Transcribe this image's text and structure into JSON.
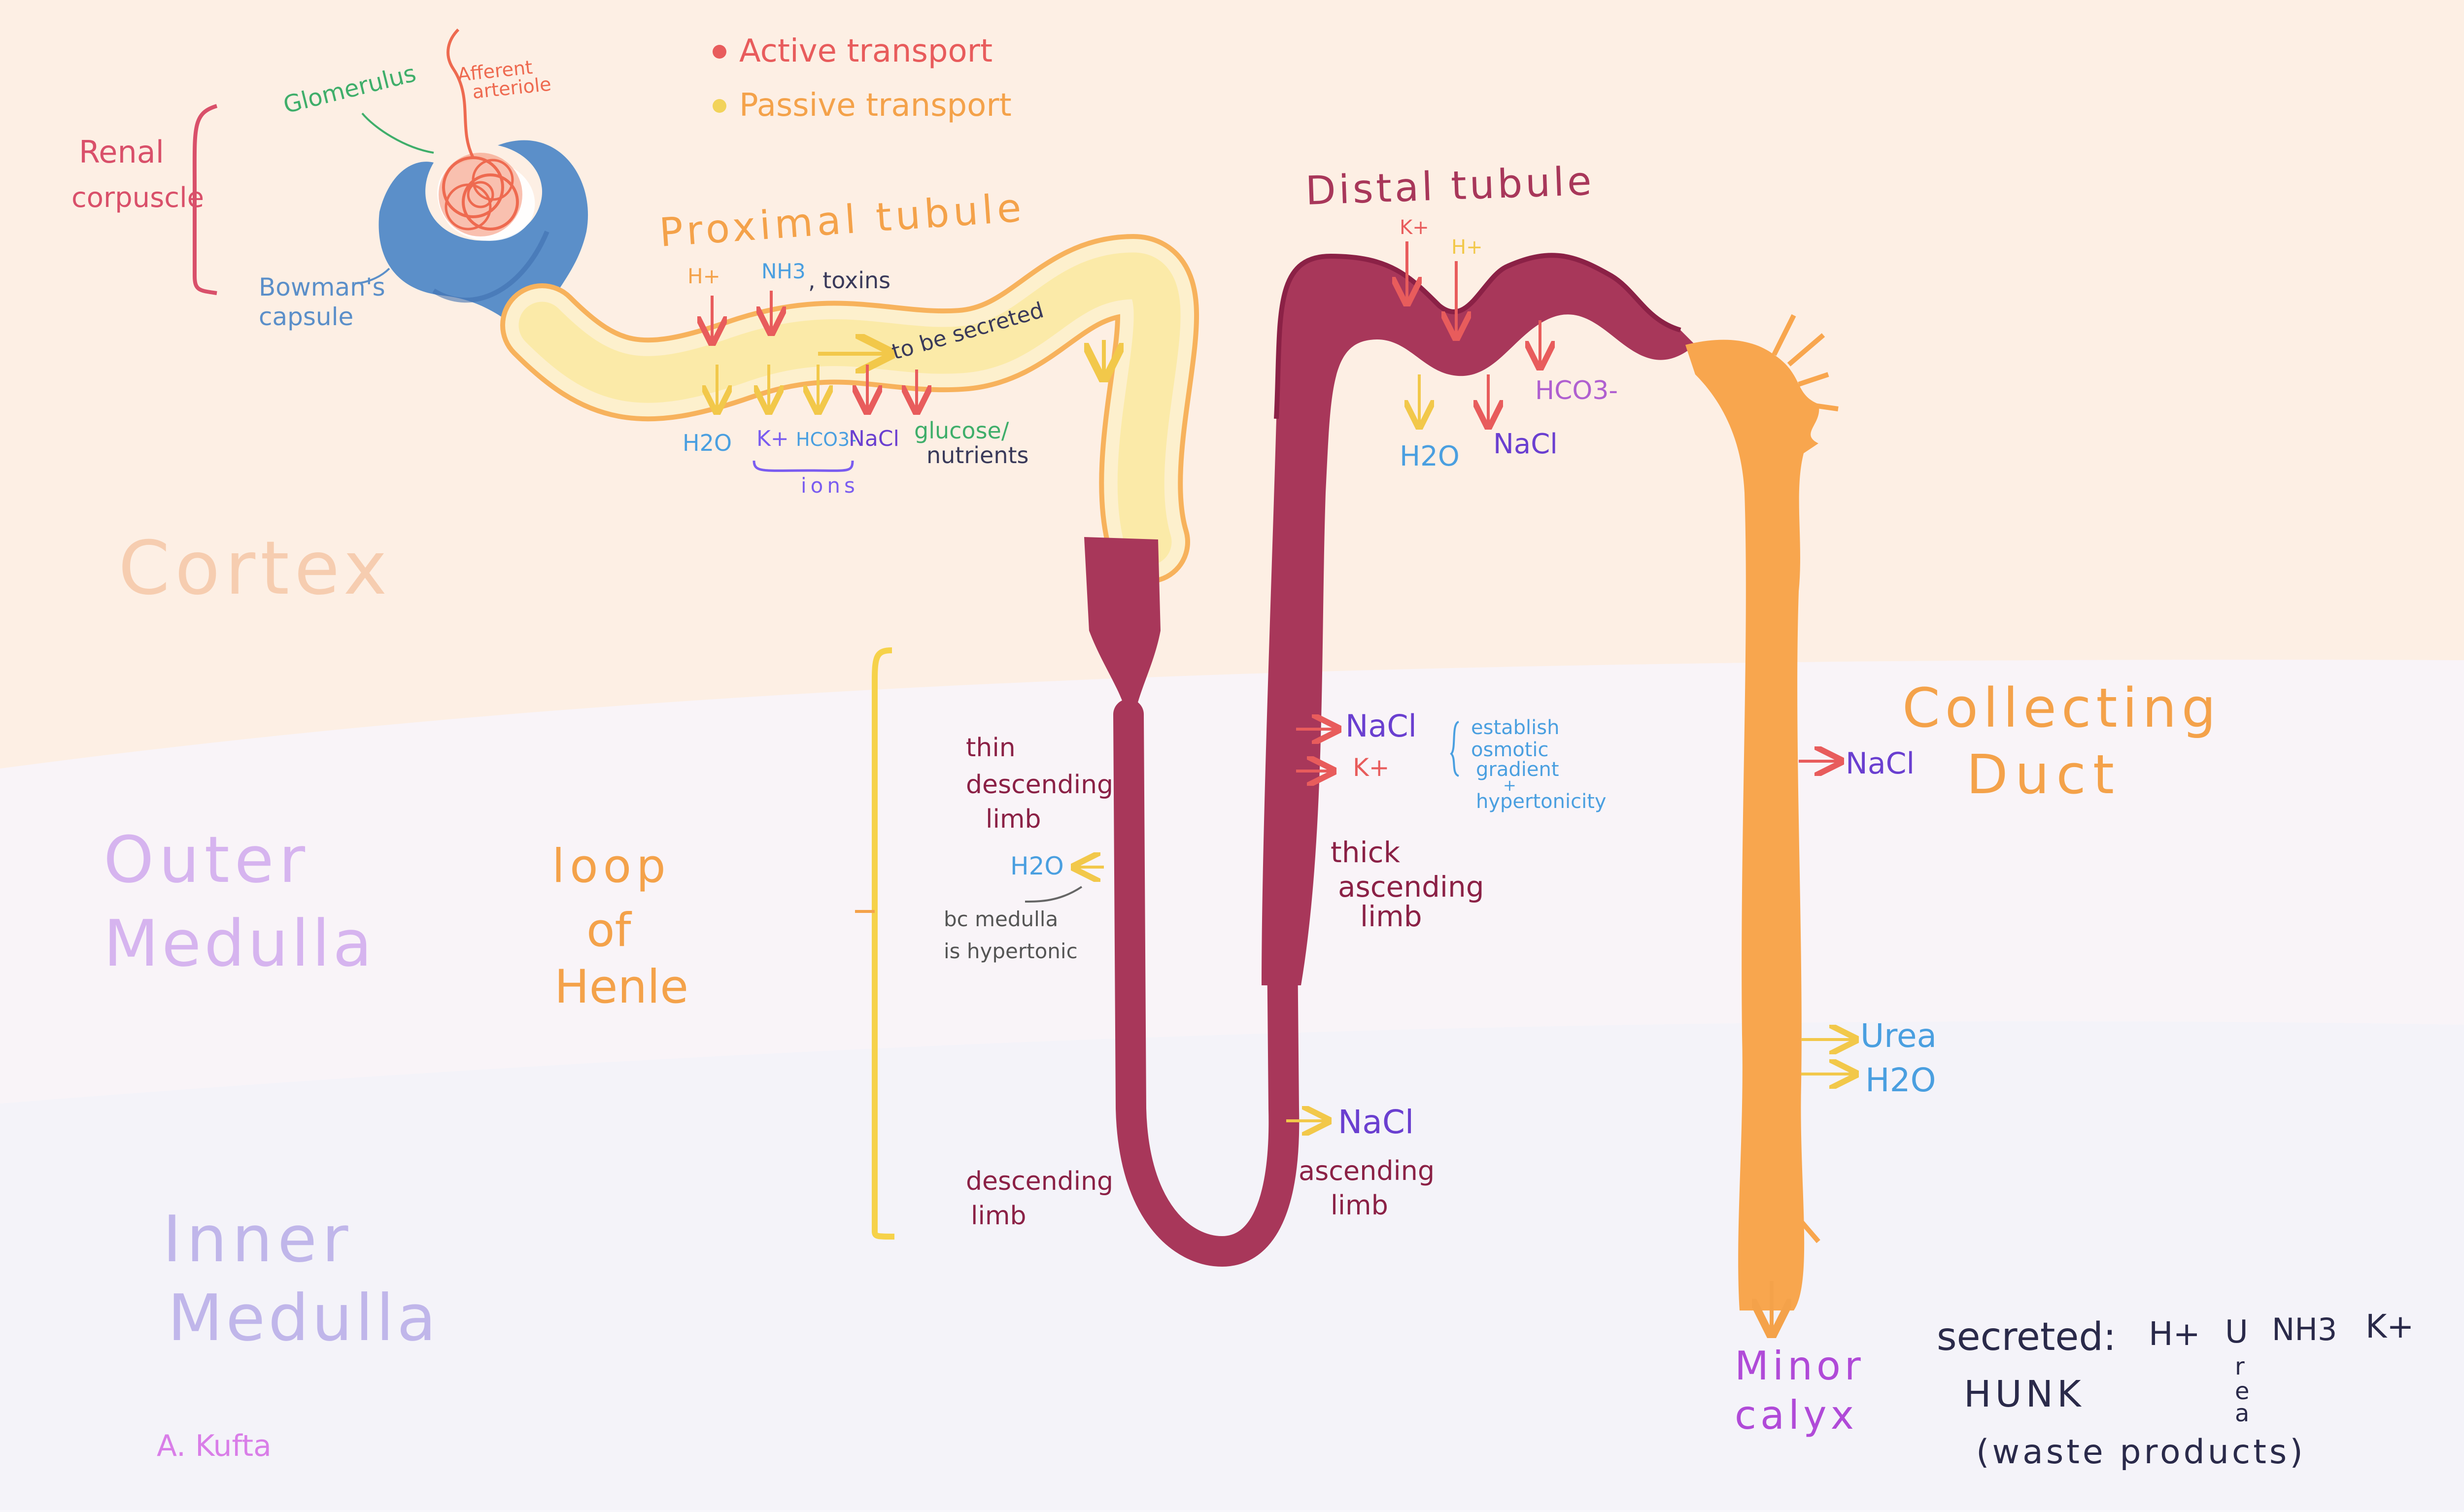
{
  "legend": {
    "active": "Active transport",
    "passive": "Passive transport",
    "active_color": "#e85c5c",
    "passive_color": "#f2d35a"
  },
  "regions": {
    "cortex": "Cortex",
    "outer_medulla_1": "Outer",
    "outer_medulla_2": "Medulla",
    "inner_medulla_1": "Inner",
    "inner_medulla_2": "Medulla"
  },
  "corpuscle": {
    "renal_1": "Renal",
    "renal_2": "corpuscle",
    "glomerulus": "Glomerulus",
    "afferent_1": "Afferent",
    "afferent_2": "arteriole",
    "bowmans_1": "Bowman's",
    "bowmans_2": "capsule"
  },
  "proximal": {
    "title": "Proximal tubule",
    "h_plus": "H+",
    "nh3": "NH3",
    "toxins": ", toxins",
    "to_be_secreted": "to be secreted",
    "h2o": "H2O",
    "k_plus": "K+",
    "hco3": "HCO3-",
    "nacl": "NaCl",
    "glucose": "glucose/",
    "nutrients": "nutrients",
    "ions": "ions"
  },
  "distal": {
    "title": "Distal tubule",
    "k_plus": "K+",
    "h_plus": "H+",
    "hco3": "HCO3-",
    "h2o": "H2O",
    "nacl": "NaCl"
  },
  "loop": {
    "loop_1": "loop",
    "loop_2": "of",
    "loop_3": "Henle",
    "thin_desc_1": "thin",
    "thin_desc_2": "descending",
    "thin_desc_3": "limb",
    "h2o": "H2O",
    "bc_1": "bc medulla",
    "bc_2": "is hypertonic",
    "thick_asc_1": "thick",
    "thick_asc_2": "ascending",
    "thick_asc_3": "limb",
    "nacl_thick": "NaCl",
    "k_thick": "K+",
    "establish_1": "establish",
    "establish_2": "osmotic",
    "establish_3": "gradient",
    "establish_4": "+",
    "establish_5": "hypertonicity",
    "desc_1": "descending",
    "desc_2": "limb",
    "asc_1": "ascending",
    "asc_2": "limb",
    "nacl_asc": "NaCl"
  },
  "collecting": {
    "title_1": "Collecting",
    "title_2": "Duct",
    "nacl": "NaCl",
    "urea": "Urea",
    "h2o": "H2O",
    "minor_1": "Minor",
    "minor_2": "calyx"
  },
  "secreted": {
    "label": "secreted:",
    "h": "H+",
    "u": "U",
    "r": "r",
    "e": "e",
    "a": "a",
    "nh3": "NH3",
    "k": "K+",
    "hunk": "HUNK",
    "waste": "(waste products)"
  },
  "signature": "A. Kufta",
  "colors": {
    "cortex_bg": "#fdefe4",
    "outer_bg": "#f8f4f8",
    "inner_bg": "#f5f4fa",
    "maroon": "#a8375a",
    "maroon_dark": "#8b2146",
    "tubule_yellow": "#fbeaa8",
    "tubule_orange": "#f7b25c",
    "duct_orange": "#f8a64e",
    "bowman_blue": "#5b8fc9",
    "glomerulus_red": "#ee6a50",
    "purple_text": "#6a3fd0",
    "blue_text": "#4a9fe0"
  }
}
